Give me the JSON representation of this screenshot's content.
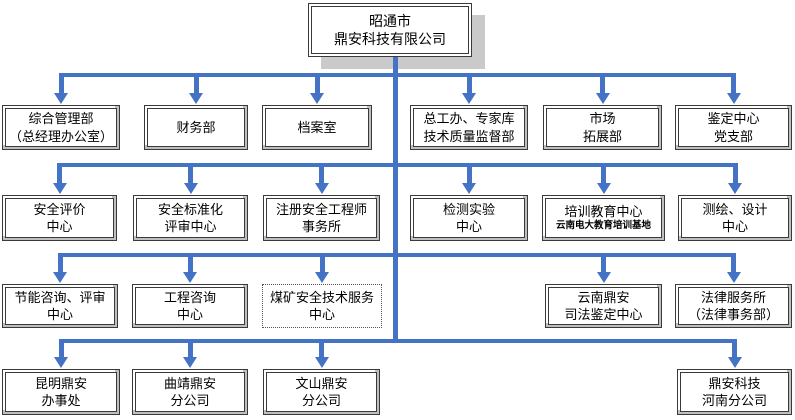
{
  "org_chart": {
    "root": {
      "id": "zhaotong-dingan-company",
      "lines": [
        "昭通市",
        "鼎安科技有限公司"
      ]
    },
    "levels": [
      {
        "name": "departments",
        "nodes": [
          {
            "id": "general-management-dept",
            "lines": [
              "综合管理部",
              "（总经理办公室）"
            ]
          },
          {
            "id": "finance-dept",
            "lines": [
              "财务部"
            ]
          },
          {
            "id": "archives-room",
            "lines": [
              "档案室"
            ]
          },
          {
            "id": "chief-engineer-quality-supervision-dept",
            "lines": [
              "总工办、专家库",
              "技术质量监督部"
            ]
          },
          {
            "id": "market-expansion-dept",
            "lines": [
              "市场",
              "拓展部"
            ]
          },
          {
            "id": "appraisal-center-party-branch",
            "lines": [
              "鉴定中心",
              "党支部"
            ]
          }
        ]
      },
      {
        "name": "technical-centers",
        "nodes": [
          {
            "id": "safety-evaluation-center",
            "lines": [
              "安全评价",
              "中心"
            ]
          },
          {
            "id": "safety-standardization-review-center",
            "lines": [
              "安全标准化",
              "评审中心"
            ]
          },
          {
            "id": "registered-safety-engineer-office",
            "lines": [
              "注册安全工程师",
              "事务所"
            ]
          },
          {
            "id": "testing-laboratory-center",
            "lines": [
              "检测实验",
              "中心"
            ]
          },
          {
            "id": "training-education-center",
            "lines": [
              "培训教育中心",
              "云南电大教育培训基地"
            ],
            "small_line_index": 1
          },
          {
            "id": "surveying-design-center",
            "lines": [
              "测绘、设计",
              "中心"
            ]
          }
        ]
      },
      {
        "name": "consulting-and-service",
        "nodes": [
          {
            "id": "energy-saving-consulting-review-center",
            "lines": [
              "节能咨询、评审",
              "中心"
            ]
          },
          {
            "id": "engineering-consulting-center",
            "lines": [
              "工程咨询",
              "中心"
            ]
          },
          {
            "id": "coal-mine-safety-tech-service-center",
            "lines": [
              "煤矿安全技术服务",
              "中心"
            ],
            "border": "dotted"
          },
          {
            "id": "yunnan-dingan-judicial-appraisal-center",
            "lines": [
              "云南鼎安",
              "司法鉴定中心"
            ]
          },
          {
            "id": "legal-service-office",
            "lines": [
              "法律服务所",
              "（法律事务部）"
            ]
          }
        ]
      },
      {
        "name": "branches",
        "nodes": [
          {
            "id": "kunming-dingan-office",
            "lines": [
              "昆明鼎安",
              "办事处"
            ]
          },
          {
            "id": "qujing-dingan-branch",
            "lines": [
              "曲靖鼎安",
              "分公司"
            ]
          },
          {
            "id": "wenshan-dingan-branch",
            "lines": [
              "文山鼎安",
              "分公司"
            ]
          },
          {
            "id": "dingan-henan-branch",
            "lines": [
              "鼎安科技",
              "河南分公司"
            ]
          }
        ]
      }
    ]
  },
  "colors": {
    "connector_blue": "#4472C4",
    "box_border": "#3A3A3A",
    "box_inner_shadow": "#BFBFBF",
    "root_shadow": "#CACACA",
    "text": "#000000",
    "background": "#FFFFFF"
  }
}
